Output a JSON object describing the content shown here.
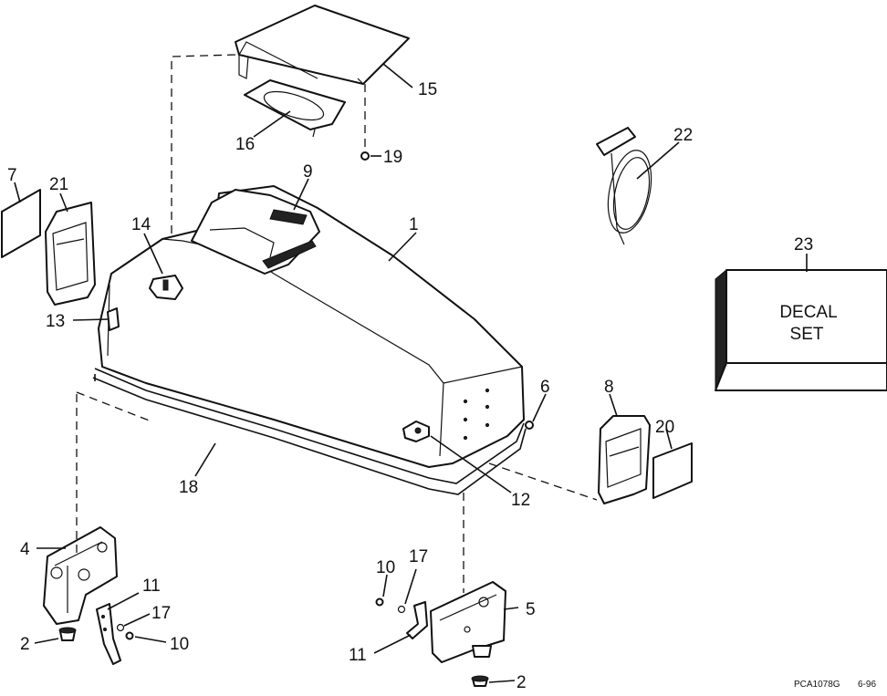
{
  "diagram": {
    "callouts": [
      {
        "id": "c1",
        "text": "1"
      },
      {
        "id": "c2a",
        "text": "2"
      },
      {
        "id": "c2b",
        "text": "2"
      },
      {
        "id": "c4",
        "text": "4"
      },
      {
        "id": "c5",
        "text": "5"
      },
      {
        "id": "c6",
        "text": "6"
      },
      {
        "id": "c7",
        "text": "7"
      },
      {
        "id": "c8",
        "text": "8"
      },
      {
        "id": "c9",
        "text": "9"
      },
      {
        "id": "c10a",
        "text": "10"
      },
      {
        "id": "c10b",
        "text": "10"
      },
      {
        "id": "c11a",
        "text": "11"
      },
      {
        "id": "c11b",
        "text": "11"
      },
      {
        "id": "c12",
        "text": "12"
      },
      {
        "id": "c13",
        "text": "13"
      },
      {
        "id": "c14",
        "text": "14"
      },
      {
        "id": "c15",
        "text": "15"
      },
      {
        "id": "c16",
        "text": "16"
      },
      {
        "id": "c17a",
        "text": "17"
      },
      {
        "id": "c17b",
        "text": "17"
      },
      {
        "id": "c18",
        "text": "18"
      },
      {
        "id": "c19",
        "text": "19"
      },
      {
        "id": "c20",
        "text": "20"
      },
      {
        "id": "c21",
        "text": "21"
      },
      {
        "id": "c22",
        "text": "22"
      },
      {
        "id": "c23",
        "text": "23"
      }
    ],
    "decal_box": {
      "line1": "DECAL",
      "line2": "SET"
    },
    "footer": {
      "code": "PCA1078G",
      "date": "6-96"
    }
  }
}
